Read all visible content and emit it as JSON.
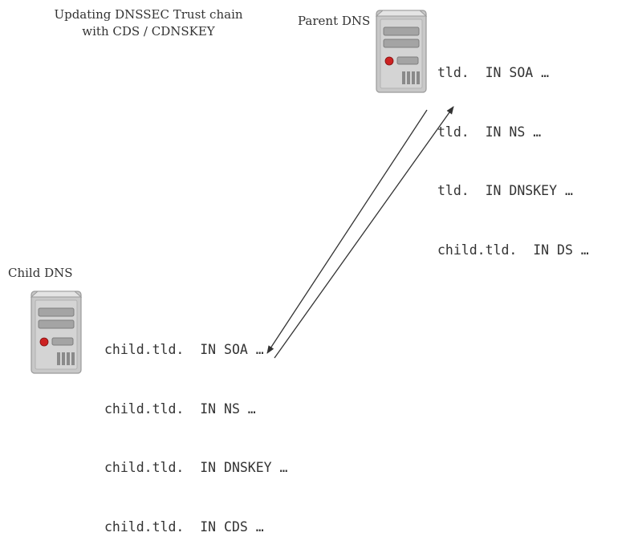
{
  "diagram": {
    "title_lines": [
      "Updating DNSSEC Trust chain",
      "with CDS / CDNSKEY"
    ]
  },
  "parent": {
    "label": "Parent DNS",
    "icon": "server-icon",
    "records": [
      "tld.  IN SOA …",
      "tld.  IN NS …",
      "tld.  IN DNSKEY …",
      "child.tld.  IN DS …"
    ]
  },
  "child": {
    "label": "Child DNS",
    "icon": "server-icon",
    "records": [
      "child.tld.  IN SOA …",
      "child.tld.  IN NS …",
      "child.tld.  IN DNSKEY …",
      "child.tld.  IN CDS …"
    ]
  },
  "colors": {
    "text": "#333333",
    "server_body": "#c8c8c8",
    "server_light": "#a4a4a4",
    "server_led": "#cc2222",
    "arrow": "#333333"
  }
}
